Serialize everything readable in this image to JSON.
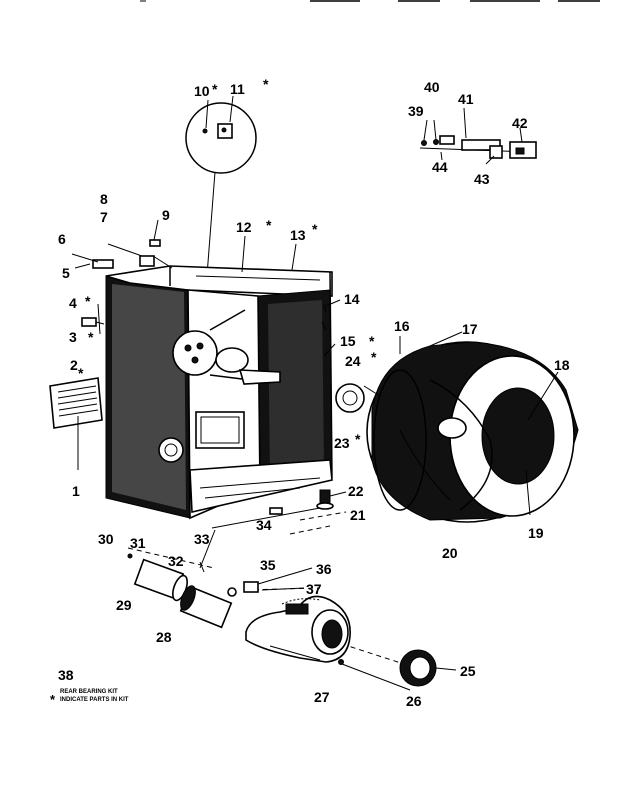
{
  "labels": {
    "n1": "1",
    "n2": "2",
    "n3": "3",
    "n4": "4",
    "n5": "5",
    "n6": "6",
    "n7": "7",
    "n8": "8",
    "n9": "9",
    "n10": "10",
    "n11": "11",
    "n12": "12",
    "n13": "13",
    "n14": "14",
    "n15": "15",
    "n16": "16",
    "n17": "17",
    "n18": "18",
    "n19": "19",
    "n20": "20",
    "n21": "21",
    "n22": "22",
    "n23": "23",
    "n24": "24",
    "n25": "25",
    "n26": "26",
    "n27": "27",
    "n28": "28",
    "n29": "29",
    "n30": "30",
    "n31": "31",
    "n32": "32",
    "n33": "33",
    "n34": "34",
    "n35": "35",
    "n36": "36",
    "n37": "37",
    "n38": "38",
    "n39": "39",
    "n40": "40",
    "n41": "41",
    "n42": "42",
    "n43": "43",
    "n44": "44",
    "asterisk": "*"
  },
  "notes": {
    "rear_bearing_kit": "REAR BEARING KIT",
    "parts_in_kit": "INDICATE PARTS IN KIT"
  },
  "icons": {
    "cabinet": "cabinet-frame-icon",
    "drum": "drum-icon",
    "blower": "blower-housing-icon",
    "switch": "switch-assembly-icon"
  }
}
